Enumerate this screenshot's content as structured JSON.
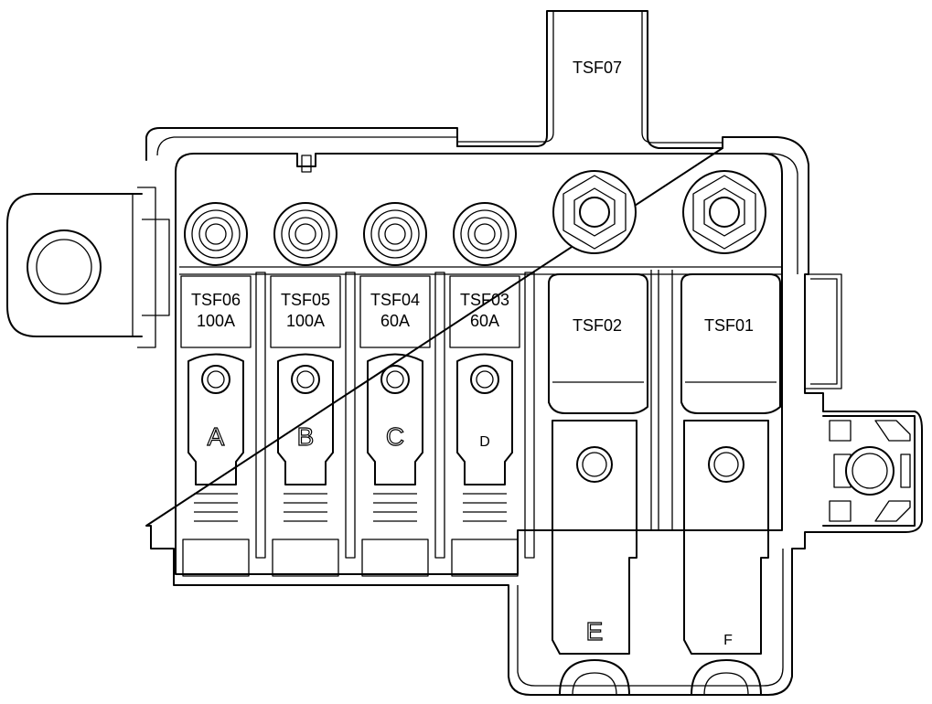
{
  "fuses": {
    "tsf07": {
      "name": "TSF07"
    },
    "tsf06": {
      "name": "TSF06",
      "rating": "100A"
    },
    "tsf05": {
      "name": "TSF05",
      "rating": "100A"
    },
    "tsf04": {
      "name": "TSF04",
      "rating": "60A"
    },
    "tsf03": {
      "name": "TSF03",
      "rating": "60A"
    },
    "tsf02": {
      "name": "TSF02"
    },
    "tsf01": {
      "name": "TSF01"
    }
  },
  "terminals": {
    "a": "A",
    "b": "B",
    "c": "C",
    "d": "D",
    "e": "E",
    "f": "F"
  }
}
